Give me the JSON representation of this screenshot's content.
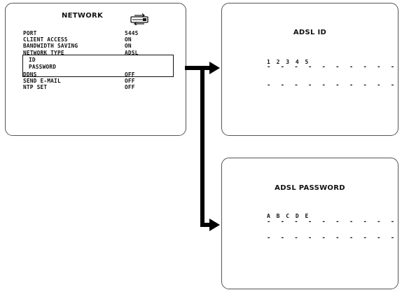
{
  "network_panel": {
    "title": "NETWORK",
    "icon": "network-transfer-icon",
    "rows": [
      {
        "label": "PORT",
        "value": "5445"
      },
      {
        "label": "CLIENT ACCESS",
        "value": "ON"
      },
      {
        "label": "BANDWIDTH SAVING",
        "value": "ON"
      },
      {
        "label": "NETWORK TYPE",
        "value": "ADSL"
      },
      {
        "label": "ID",
        "value": ""
      },
      {
        "label": "PASSWORD",
        "value": ""
      },
      {
        "label": "DDNS",
        "value": "OFF"
      },
      {
        "label": "SEND E-MAIL",
        "value": "OFF"
      },
      {
        "label": "NTP SET",
        "value": "OFF"
      }
    ]
  },
  "id_panel": {
    "title": "ADSL ID",
    "value": "1 2 3 4 5",
    "line1": "- - - - - - - - - - -",
    "line2": "- - - - - - - - - - -"
  },
  "password_panel": {
    "title": "ADSL PASSWORD",
    "value": "A B C D E",
    "line1": "- - - - - - - - - - -",
    "line2": "- - - - - - - - - - -"
  },
  "colors": {
    "line": "#000000",
    "border": "#555555",
    "background": "#ffffff"
  }
}
